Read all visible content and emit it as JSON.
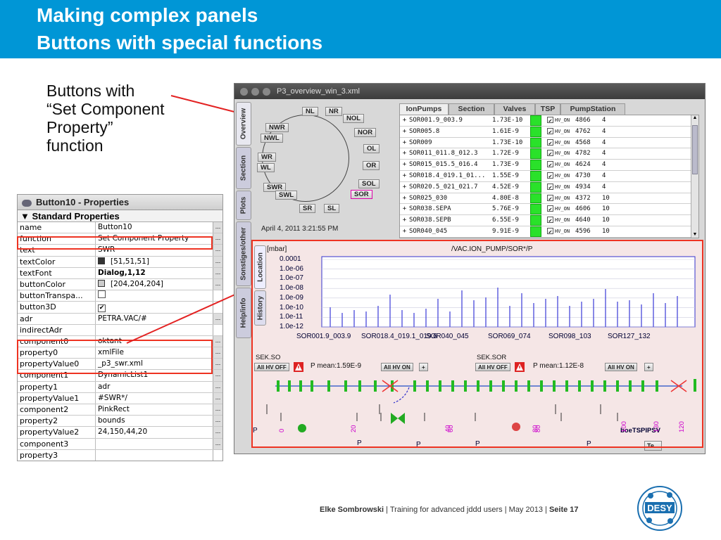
{
  "slide": {
    "title_line1": "Making complex panels",
    "title_line2": "Buttons with special functions",
    "annotation_lines": [
      "Buttons with",
      "“Set Component",
      "Property”",
      "function"
    ],
    "footer": {
      "author": "Elke Sombrowski",
      "sep1": " | ",
      "course": "Training for advanced jddd users",
      "sep2": " | ",
      "date": "May 2013",
      "sep3": " | ",
      "page": "Seite 17"
    },
    "logo_text": "DESY",
    "colors": {
      "header": "#0096d6",
      "highlight": "#e32222",
      "logo": "#1a6fb0"
    }
  },
  "props_panel": {
    "title": "Button10 - Properties",
    "group": "Standard Properties",
    "rows": [
      {
        "k": "name",
        "v": "Button10",
        "btn": "..."
      },
      {
        "k": "function",
        "v": "Set Component Property",
        "btn": "..."
      },
      {
        "k": "text",
        "v": "SWR",
        "btn": "..."
      },
      {
        "k": "textColor",
        "v": "[51,51,51]",
        "btn": "..."
      },
      {
        "k": "textFont",
        "v": "Dialog,1,12",
        "btn": "..."
      },
      {
        "k": "buttonColor",
        "v": "[204,204,204]",
        "btn": "..."
      },
      {
        "k": "buttonTranspa...",
        "v": "",
        "btn": ""
      },
      {
        "k": "button3D",
        "v": "✔",
        "btn": ""
      },
      {
        "k": "adr",
        "v": "PETRA.VAC/#",
        "btn": "..."
      },
      {
        "k": "indirectAdr",
        "v": "",
        "btn": ""
      },
      {
        "k": "component0",
        "v": "oktant",
        "btn": "..."
      },
      {
        "k": "property0",
        "v": "xmlFile",
        "btn": "..."
      },
      {
        "k": "propertyValue0",
        "v": "_p3_swr.xml",
        "btn": "..."
      },
      {
        "k": "component1",
        "v": "DynamicList1",
        "btn": "..."
      },
      {
        "k": "property1",
        "v": "adr",
        "btn": "..."
      },
      {
        "k": "propertyValue1",
        "v": "#SWR*/",
        "btn": "..."
      },
      {
        "k": "component2",
        "v": "PinkRect",
        "btn": "..."
      },
      {
        "k": "property2",
        "v": "bounds",
        "btn": "..."
      },
      {
        "k": "propertyValue2",
        "v": "24,150,44,20",
        "btn": "..."
      },
      {
        "k": "component3",
        "v": "",
        "btn": "..."
      },
      {
        "k": "property3",
        "v": "",
        "btn": ""
      }
    ]
  },
  "window": {
    "title": "P3_overview_win_3.xml",
    "side_tabs": [
      "Overview",
      "Section",
      "Plots",
      "Sonstiges/other",
      "Help/info"
    ],
    "sector_buttons": [
      "NL",
      "NR",
      "NOL",
      "NWR",
      "NOR",
      "NWL",
      "OL",
      "WR",
      "OR",
      "WL",
      "SOL",
      "SWR",
      "SOR",
      "SWL",
      "SR",
      "SL"
    ],
    "date": "April 4, 2011 3:21:55 PM",
    "tabs": [
      "IonPumps",
      "Section",
      "Valves",
      "TSP",
      "PumpStation"
    ],
    "hv_label": "HV_ON",
    "pumps": [
      {
        "name": "SOR001.9_003.9",
        "p": "1.73E-10",
        "v": "4866",
        "n": "4"
      },
      {
        "name": "SOR005.8",
        "p": "1.61E-9",
        "v": "4762",
        "n": "4"
      },
      {
        "name": "SOR009",
        "p": "1.73E-10",
        "v": "4568",
        "n": "4"
      },
      {
        "name": "SOR011_011.8_012.3",
        "p": "1.72E-9",
        "v": "4782",
        "n": "4"
      },
      {
        "name": "SOR015_015.5_016.4",
        "p": "1.73E-9",
        "v": "4624",
        "n": "4"
      },
      {
        "name": "SOR018.4_019.1_01...",
        "p": "1.55E-9",
        "v": "4730",
        "n": "4"
      },
      {
        "name": "SOR020.5_021_021.7",
        "p": "4.52E-9",
        "v": "4934",
        "n": "4"
      },
      {
        "name": "SOR025_030",
        "p": "4.80E-8",
        "v": "4372",
        "n": "10"
      },
      {
        "name": "SOR038.SEPA",
        "p": "5.76E-9",
        "v": "4606",
        "n": "10"
      },
      {
        "name": "SOR038.SEPB",
        "p": "6.55E-9",
        "v": "4640",
        "n": "10"
      },
      {
        "name": "SOR040_045",
        "p": "9.91E-9",
        "v": "4596",
        "n": "10"
      }
    ],
    "lower_tabs": [
      "Location",
      "History"
    ],
    "plot": {
      "unit_label": "[mbar]",
      "title": "/VAC.ION_PUMP/SOR*/P",
      "y_ticks": [
        "0.0001",
        "1.0e-06",
        "1.0e-07",
        "1.0e-08",
        "1.0e-09",
        "1.0e-10",
        "1.0e-11",
        "1.0e-12"
      ],
      "x_ticks": [
        "SOR001.9_003.9",
        "SOR018.4_019.1_019.6",
        "SOR040_045",
        "SOR069_074",
        "SOR098_103",
        "SOR127_132"
      ]
    },
    "sek1": {
      "label": "SEK.SO",
      "all_off": "All HV OFF",
      "pmean": "P mean:1.59E-9",
      "all_on": "All HV ON",
      "plus": "+"
    },
    "sek2": {
      "label": "SEK.SOR",
      "all_off": "All HV OFF",
      "pmean": "P mean:1.12E-8",
      "all_on": "All HV ON",
      "plus": "+"
    },
    "schematic": {
      "p_labels": [
        "P",
        "P",
        "P",
        "P",
        "P"
      ],
      "axis_marks": [
        "0",
        "20",
        "40",
        "60",
        "80",
        "100",
        "120",
        "130"
      ],
      "device_label": "boeTSPIPSV",
      "te_button": "Te..."
    }
  }
}
